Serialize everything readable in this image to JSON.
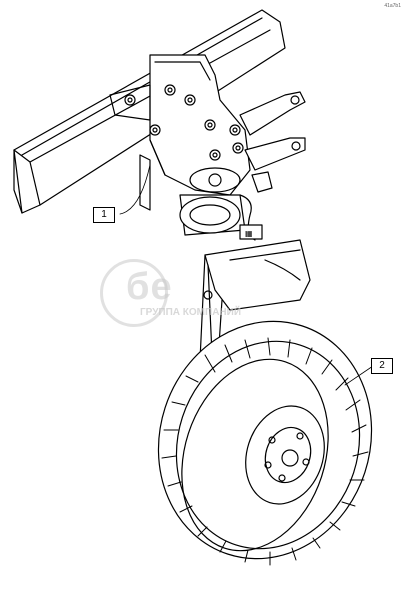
{
  "diagram": {
    "callouts": [
      {
        "id": "1",
        "label": "1"
      },
      {
        "id": "2",
        "label": "2"
      }
    ],
    "corner_code": "41a7b1",
    "watermark": {
      "text": "бе",
      "subtext": "ГРУППА КОМПАНИЙ"
    },
    "colors": {
      "line": "#000000",
      "background": "#ffffff",
      "watermark": "#c8c8c8"
    }
  }
}
